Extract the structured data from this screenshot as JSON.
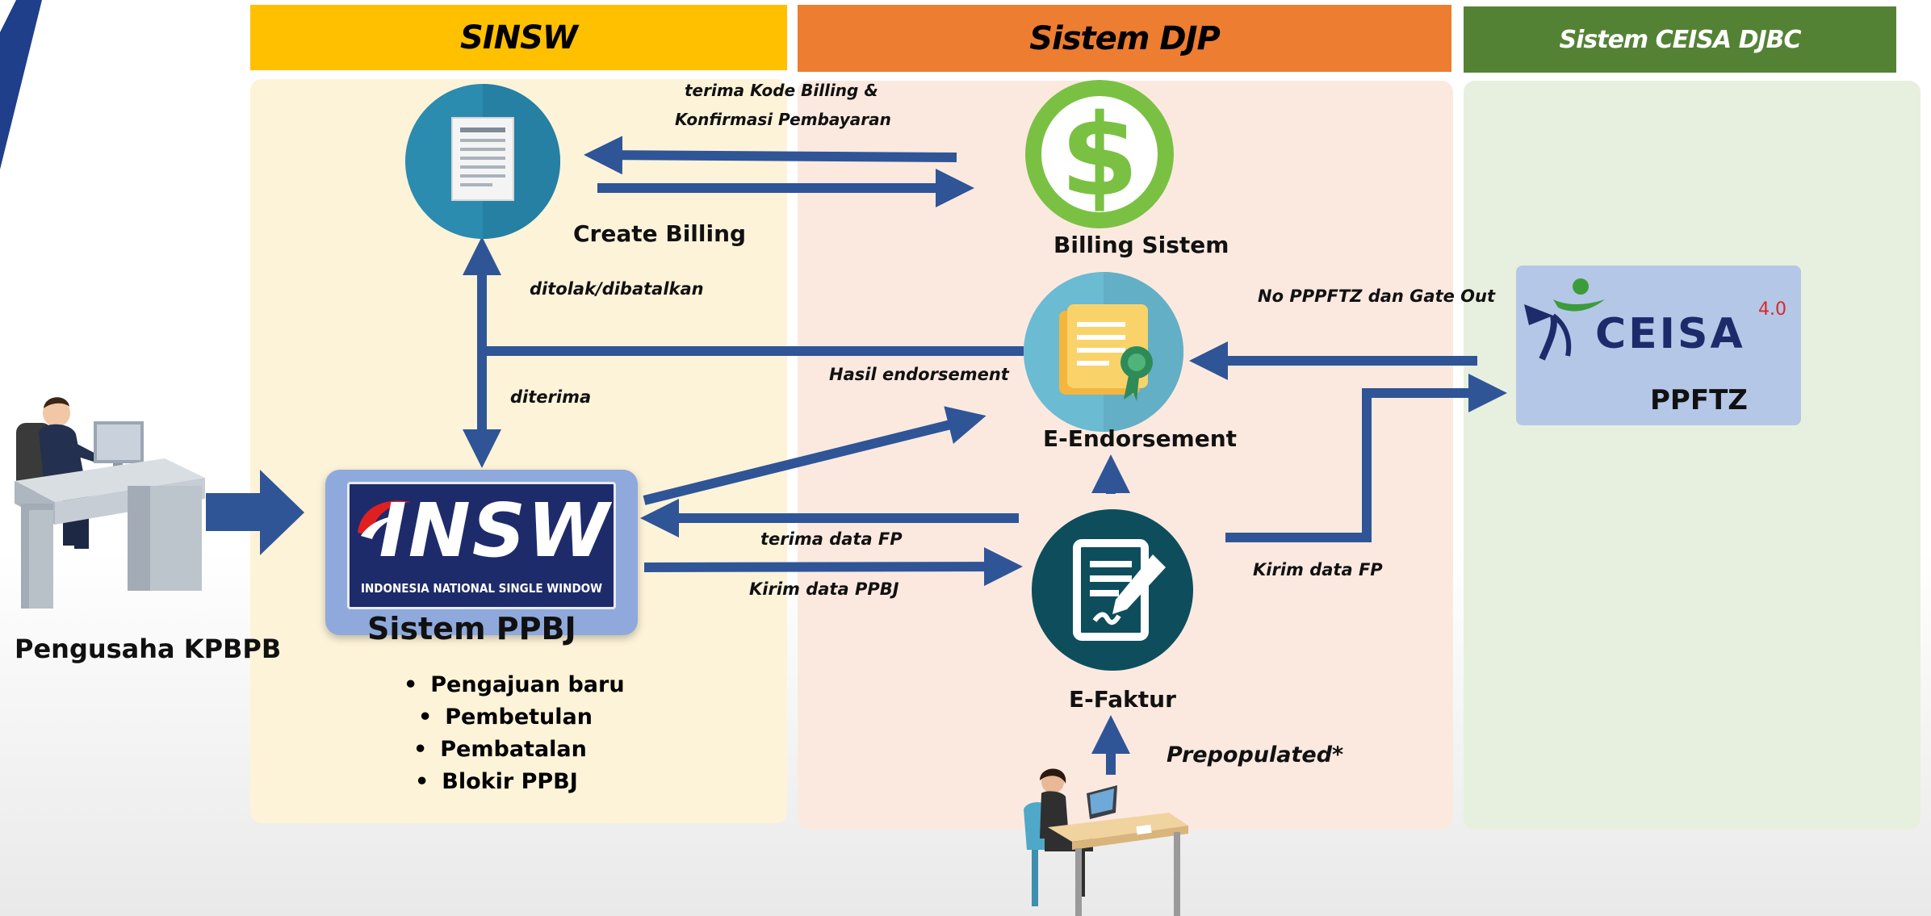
{
  "columns": {
    "sinsw": "SINSW",
    "djp": "Sistem DJP",
    "ceisa": "Sistem CEISA DJBC"
  },
  "nodes": {
    "create_billing": "Create Billing",
    "billing_sistem": "Billing Sistem",
    "e_endorsement": "E-Endorsement",
    "e_faktur": "E-Faktur",
    "sistem_ppbj": "Sistem PPBJ",
    "ppftz": "PPFTZ",
    "pengusaha": "Pengusaha KPBPB"
  },
  "logos": {
    "insw_main": "INSW",
    "insw_sub": "INDONESIA NATIONAL SINGLE WINDOW",
    "ceisa_main": "CEISA",
    "ceisa_version": "4.0"
  },
  "edges": {
    "billing_top": "terima Kode Billing &",
    "billing_bottom": "Konfirmasi Pembayaran",
    "ditolak": "ditolak/dibatalkan",
    "diterima": "diterima",
    "hasil_endorsement": "Hasil endorsement",
    "no_ppftz": "No PPPFTZ dan Gate Out",
    "terima_fp": "terima data FP",
    "kirim_ppbj": "Kirim data PPBJ",
    "kirim_fp": "Kirim data FP",
    "prepopulated": "Prepopulated*"
  },
  "ppbj_actions": [
    "Pengajuan baru",
    "Pembetulan",
    "Pembatalan",
    "Blokir PPBJ"
  ],
  "colors": {
    "sinsw_header": "#FFC000",
    "djp_header": "#ED7D31",
    "ceisa_header": "#548235",
    "sinsw_panel": "#FDF3D9",
    "djp_panel": "#FBE9E0",
    "ceisa_panel": "#E7F0DF",
    "arrow": "#2F5597"
  }
}
